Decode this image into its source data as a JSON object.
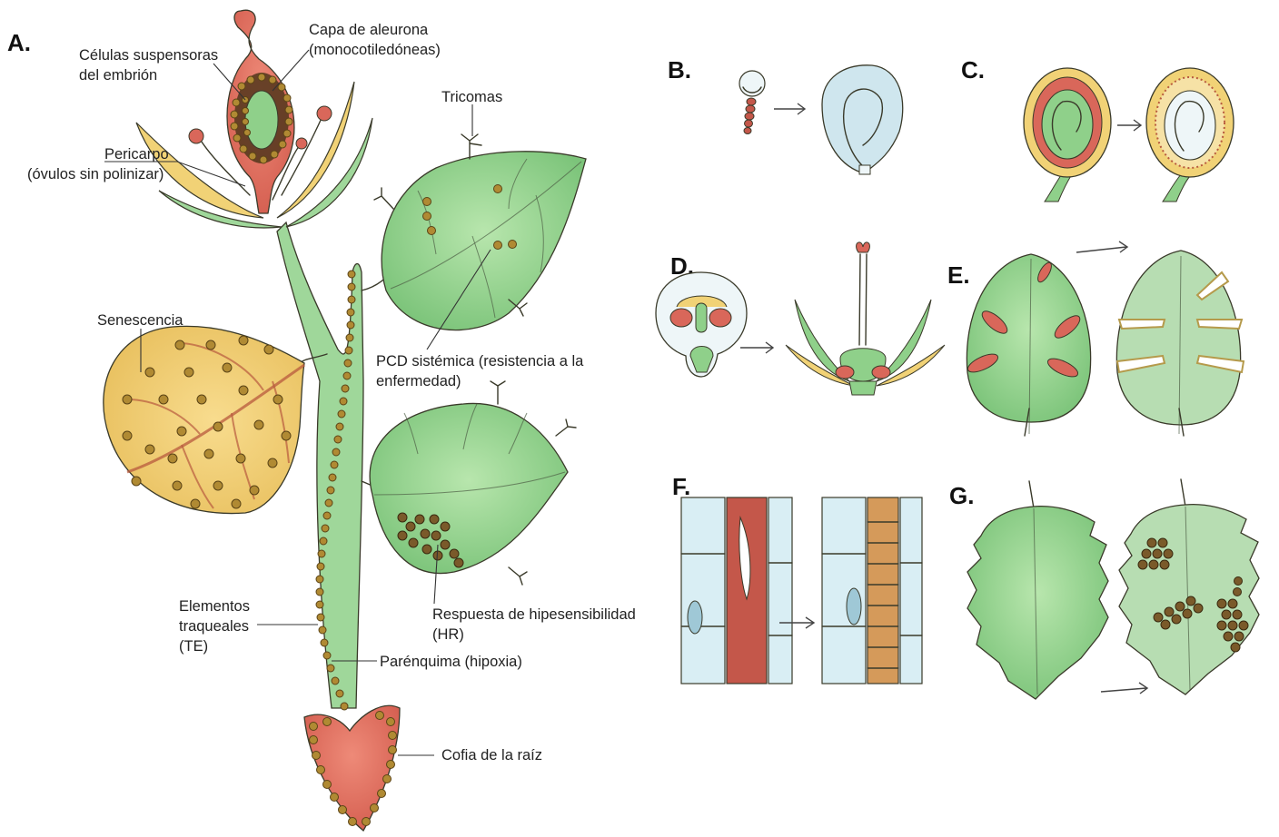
{
  "panels": {
    "A": "A.",
    "B": "B.",
    "C": "C.",
    "D": "D.",
    "E": "E.",
    "F": "F.",
    "G": "G."
  },
  "labels": {
    "suspensor_1": "Células suspensoras",
    "suspensor_2": "del embrión",
    "aleurone_1": "Capa de aleurona",
    "aleurone_2": "(monocotiledóneas)",
    "pericarp_1": "Pericarpo",
    "pericarp_2": "(óvulos sin polinizar)",
    "trichomes": "Tricomas",
    "senescence": "Senescencia",
    "systemic_1": "PCD sistémica (resistencia a la",
    "systemic_2": "enfermedad)",
    "tracheary_1": "Elementos",
    "tracheary_2": "traqueales",
    "tracheary_3": "(TE)",
    "parenchyma": "Parénquima (hipoxia)",
    "hr_1": "Respuesta de hipesensibilidad",
    "hr_2": "(HR)",
    "rootcap": "Cofia de la raíz"
  },
  "colors": {
    "leaf_green": "#8fd08a",
    "leaf_green_dark": "#5fae62",
    "senescent_yellow": "#f0cd72",
    "red_tissue": "#d9675a",
    "dot_gold": "#b08a33",
    "pale_blue": "#cfe6ee",
    "ink": "#3a3a2a"
  }
}
